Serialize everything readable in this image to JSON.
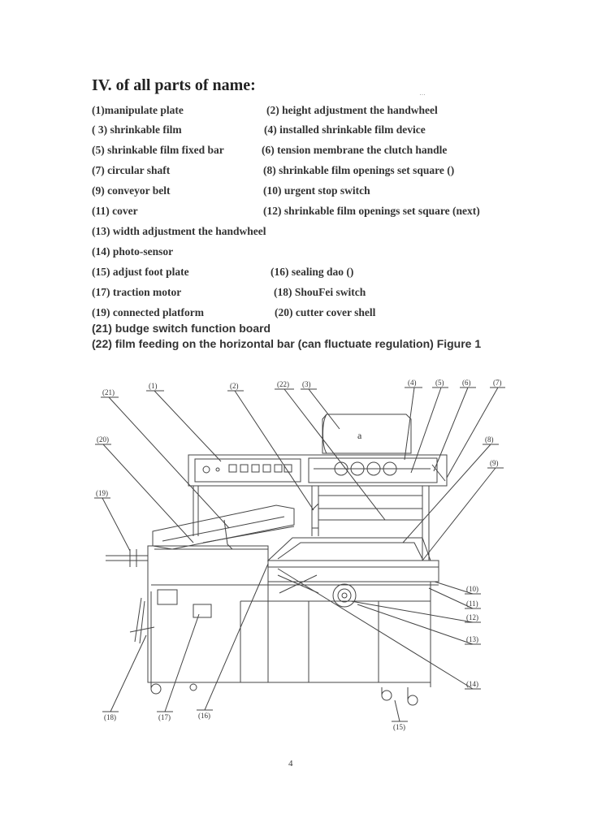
{
  "heading": "IV. of all parts of name:",
  "rows": [
    {
      "a": "(1)manipulate plate",
      "b": "(2) height adjustment the handwheel"
    },
    {
      "a": "( 3) shrinkable film",
      "b": "(4) installed shrinkable film device"
    },
    {
      "a": "(5) shrinkable film fixed bar",
      "b": "(6) tension membrane the clutch handle"
    },
    {
      "a": "(7) circular shaft",
      "b": "(8) shrinkable film openings set square ()"
    },
    {
      "a": "(9) conveyor belt",
      "b": "(10) urgent stop switch"
    },
    {
      "a": "(11) cover",
      "b": "(12) shrinkable film openings set square (next)"
    },
    {
      "a": "(13) width adjustment the handwheel",
      "b": ""
    },
    {
      "a": "(14) photo-sensor",
      "b": ""
    },
    {
      "a": "(15) adjust foot plate",
      "b": "(16) sealing dao ()"
    },
    {
      "a": "(17) traction motor",
      "b": "(18) ShouFei switch"
    },
    {
      "a": "(19) connected platform",
      "b": "(20) cutter cover shell"
    }
  ],
  "sans_lines": [
    "(21) budge switch function board",
    "(22) film feeding on the horizontal bar (can fluctuate regulation) Figure 1"
  ],
  "figure_labels": {
    "l21": "(21)",
    "l1": "(1)",
    "l2": "(2)",
    "l22": "(22)",
    "l3": "(3)",
    "l4": "(4)",
    "l5": "(5)",
    "l6": "(6)",
    "l7": "(7)",
    "l20": "(20)",
    "l8": "(8)",
    "l9": "(9)",
    "l19": "(19)",
    "l10": "(10)",
    "l11": "(11)",
    "l12": "(12)",
    "l13": "(13)",
    "l14": "(14)",
    "l18": "(18)",
    "l17": "(17)",
    "l16": "(16)",
    "l15": "(15)"
  },
  "page_number": "4"
}
